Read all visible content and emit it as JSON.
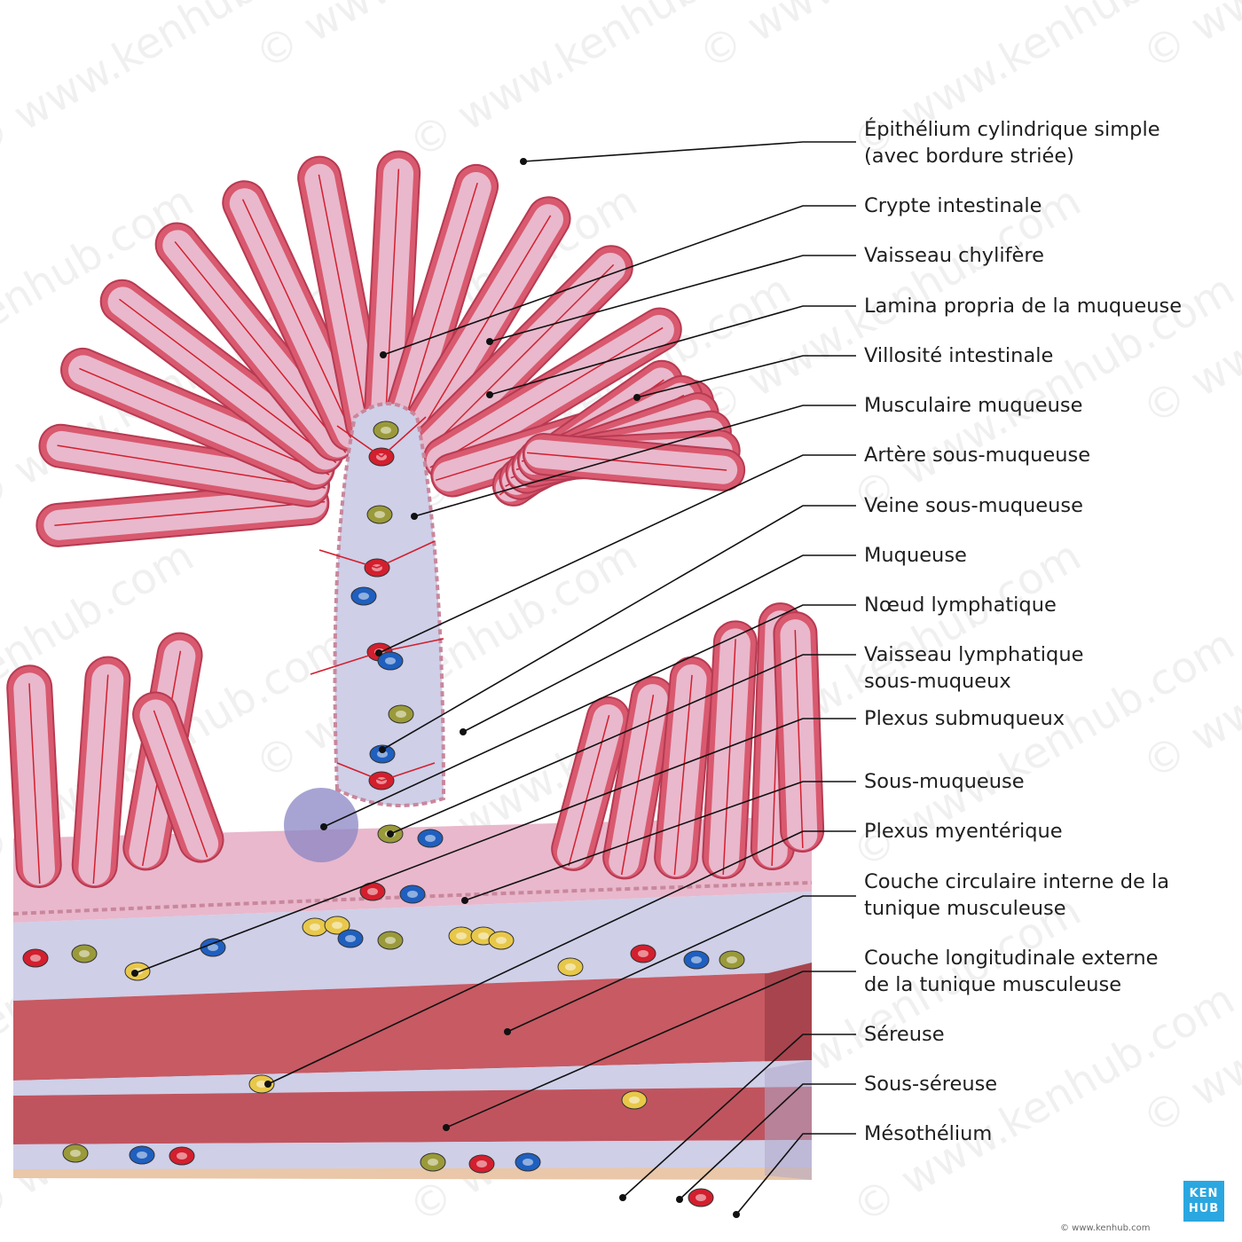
{
  "labels": [
    {
      "text": "Épithélium cylindrique simple",
      "text2": "(avec bordure striée)",
      "key": "epithelium"
    },
    {
      "text": "Crypte intestinale",
      "key": "crypte"
    },
    {
      "text": "Vaisseau chylifère",
      "key": "chylifere"
    },
    {
      "text": "Lamina propria de la muqueuse",
      "key": "lamina"
    },
    {
      "text": "Villosité intestinale",
      "key": "villosite"
    },
    {
      "text": "Musculaire muqueuse",
      "key": "musculaire"
    },
    {
      "text": "Artère sous-muqueuse",
      "key": "artere"
    },
    {
      "text": "Veine sous-muqueuse",
      "key": "veine"
    },
    {
      "text": "Muqueuse",
      "key": "muqueuse"
    },
    {
      "text": "Nœud lymphatique",
      "key": "noeud"
    },
    {
      "text": "Vaisseau lymphatique",
      "text2": "sous-muqueux",
      "key": "vaisseau-lymph"
    },
    {
      "text": "Plexus submuqueux",
      "key": "plexus-sub"
    },
    {
      "text": "Sous-muqueuse",
      "key": "sous-muqueuse"
    },
    {
      "text": "Plexus myentérique",
      "key": "plexus-my"
    },
    {
      "text": "Couche circulaire interne de la",
      "text2": "tunique musculeuse",
      "key": "circulaire"
    },
    {
      "text": "Couche longitudinale externe",
      "text2": "de la tunique musculeuse",
      "key": "longitudinale"
    },
    {
      "text": "Séreuse",
      "key": "sereuse"
    },
    {
      "text": "Sous-séreuse",
      "key": "sous-sereuse"
    },
    {
      "text": "Mésothélium",
      "key": "mesothelium"
    }
  ],
  "brand": {
    "logo_line1": "KEN",
    "logo_line2": "HUB",
    "copyright": "© www.kenhub.com",
    "watermark": "© www.kenhub.com",
    "logo_color": "#2aa7e0"
  },
  "colors": {
    "villus": "#d9596f",
    "villus_dark": "#b73a52",
    "lamina": "#e9b8cc",
    "submucosa": "#cfcfe8",
    "muscle": "#c75a63",
    "muscle_dark": "#a8444d",
    "artery": "#d31f2e",
    "vein": "#1f5fbf",
    "nerve": "#9a9a3a"
  }
}
